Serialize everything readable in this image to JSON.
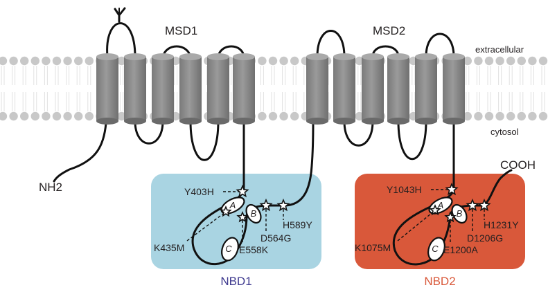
{
  "labels": {
    "msd1": "MSD1",
    "msd2": "MSD2",
    "extracellular": "extracellular",
    "cytosol": "cytosol",
    "nh2": "NH2",
    "cooh": "COOH"
  },
  "nbd1": {
    "name": "NBD1",
    "color": "#a9d4e2",
    "label_color": "#3f3a8f",
    "subdomains": [
      "A",
      "B",
      "C"
    ],
    "mutations": [
      "Y403H",
      "K435M",
      "E558K",
      "D564G",
      "H589Y"
    ]
  },
  "nbd2": {
    "name": "NBD2",
    "color": "#d9583a",
    "label_color": "#d9583a",
    "subdomains": [
      "A",
      "B",
      "C"
    ],
    "mutations": [
      "Y1043H",
      "K1075M",
      "E1200A",
      "D1206G",
      "H1231Y"
    ]
  },
  "colors": {
    "helix": "#8c8c8c",
    "lipid_head": "#c8c8c8",
    "line": "#111111"
  }
}
